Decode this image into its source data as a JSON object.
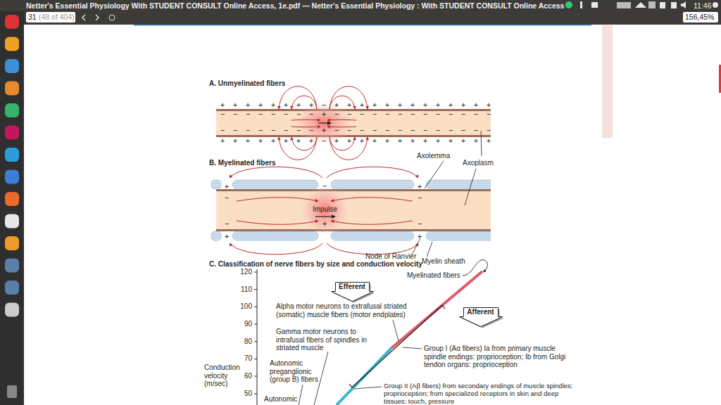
{
  "diagram": {
    "nodes": [
      {
        "text": [
          "Efferent"
        ]
      },
      {
        "text": [
          "Afferent"
        ]
      }
    ],
    "labels": [
      "Netter's Essential Physiology With STUDENT CONSULT Online Access, 1e.pdf — Netter's Essential Physiology : With STUDENT CONSULT Online Access",
      "31",
      "(48 of 404)",
      "11:46",
      "156,45%",
      "A. Unmyelinated fibers",
      "+ + + + + + + + − + + + + + + + + + + + + +",
      "− − − − − − − − + − − − − − − − − − − − − −",
      "− − − − − − − − + − − − − − − − − − − − − −",
      "+ + + + + + + + − + + + + + + + + + + + + +",
      "Axolemma",
      "Axoplasm",
      "B. Myelinated fibers",
      "+",
      "−",
      "+",
      "−",
      "−",
      "−",
      "+",
      "−",
      "+",
      "+",
      "Impulse",
      "Node of Ranvier",
      "Myelin sheath",
      "C. Classification of nerve fibers by size and conduction velocity",
      "Myelinated fibers",
      "120",
      "110",
      "100",
      "90",
      "80",
      "70",
      "60",
      "50",
      "Conduction velocity (m/sec)",
      "Alpha motor neurons to extrafusal striated (somatic) muscle fibers (motor endplates)",
      "Gamma motor neurons to intrafusal fibers of spindles in striated muscle",
      "Autonomic preganglionic (group B) fibers",
      "Autonomic",
      "Group I (Aα fibers) Ia from primary muscle spindle endings: proprioception; Ib from Golgi tendon organs: proprioception",
      "Group II (Aβ fibers) from secondary endings of muscle spindles: proprioception; from specialized receptors in skin and deep tissues: touch, pressure"
    ]
  }
}
